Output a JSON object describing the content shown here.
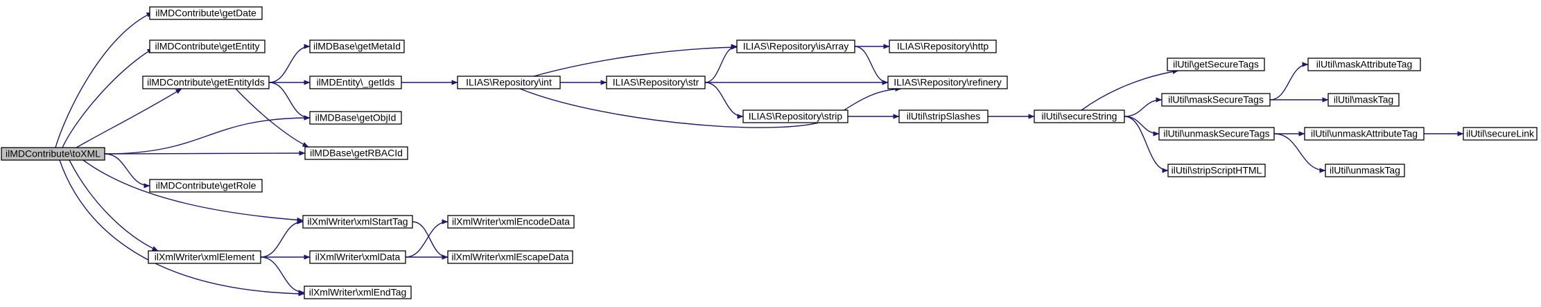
{
  "graph": {
    "colors": {
      "edge": "#191970",
      "node_fill": "#ffffff",
      "root_fill": "#bfbfbf",
      "border": "#000000"
    },
    "nodes": [
      {
        "id": "toXML",
        "label": "ilMDContribute\\toXML",
        "root": true
      },
      {
        "id": "getDate",
        "label": "ilMDContribute\\getDate"
      },
      {
        "id": "getEntity",
        "label": "ilMDContribute\\getEntity"
      },
      {
        "id": "getEntityIds",
        "label": "ilMDContribute\\getEntityIds"
      },
      {
        "id": "getRole",
        "label": "ilMDContribute\\getRole"
      },
      {
        "id": "xmlElement",
        "label": "ilXmlWriter\\xmlElement"
      },
      {
        "id": "getMetaId",
        "label": "ilMDBase\\getMetaId"
      },
      {
        "id": "_getIds",
        "label": "ilMDEntity\\_getIds"
      },
      {
        "id": "getObjId",
        "label": "ilMDBase\\getObjId"
      },
      {
        "id": "getRBACId",
        "label": "ilMDBase\\getRBACId"
      },
      {
        "id": "xmlStartTag",
        "label": "ilXmlWriter\\xmlStartTag"
      },
      {
        "id": "xmlData",
        "label": "ilXmlWriter\\xmlData"
      },
      {
        "id": "xmlEndTag",
        "label": "ilXmlWriter\\xmlEndTag"
      },
      {
        "id": "xmlEncodeData",
        "label": "ilXmlWriter\\xmlEncodeData"
      },
      {
        "id": "xmlEscapeData",
        "label": "ilXmlWriter\\xmlEscapeData"
      },
      {
        "id": "int",
        "label": "ILIAS\\Repository\\int"
      },
      {
        "id": "isArray",
        "label": "ILIAS\\Repository\\isArray"
      },
      {
        "id": "str",
        "label": "ILIAS\\Repository\\str"
      },
      {
        "id": "strip",
        "label": "ILIAS\\Repository\\strip"
      },
      {
        "id": "http",
        "label": "ILIAS\\Repository\\http"
      },
      {
        "id": "refinery",
        "label": "ILIAS\\Repository\\refinery"
      },
      {
        "id": "stripSlashes",
        "label": "ilUtil\\stripSlashes"
      },
      {
        "id": "secureString",
        "label": "ilUtil\\secureString"
      },
      {
        "id": "getSecureTags",
        "label": "ilUtil\\getSecureTags"
      },
      {
        "id": "maskSecureTags",
        "label": "ilUtil\\maskSecureTags"
      },
      {
        "id": "unmaskSecureTags",
        "label": "ilUtil\\unmaskSecureTags"
      },
      {
        "id": "stripScriptHTML",
        "label": "ilUtil\\stripScriptHTML"
      },
      {
        "id": "maskAttributeTag",
        "label": "ilUtil\\maskAttributeTag"
      },
      {
        "id": "maskTag",
        "label": "ilUtil\\maskTag"
      },
      {
        "id": "unmaskAttributeTag",
        "label": "ilUtil\\unmaskAttributeTag"
      },
      {
        "id": "unmaskTag",
        "label": "ilUtil\\unmaskTag"
      },
      {
        "id": "secureLink",
        "label": "ilUtil\\secureLink"
      }
    ],
    "edges": [
      [
        "toXML",
        "getDate"
      ],
      [
        "toXML",
        "getEntity"
      ],
      [
        "toXML",
        "getEntityIds"
      ],
      [
        "toXML",
        "getObjId"
      ],
      [
        "toXML",
        "getRBACId"
      ],
      [
        "toXML",
        "getRole"
      ],
      [
        "toXML",
        "xmlStartTag"
      ],
      [
        "toXML",
        "xmlElement"
      ],
      [
        "toXML",
        "xmlEndTag"
      ],
      [
        "getEntityIds",
        "getMetaId"
      ],
      [
        "getEntityIds",
        "_getIds"
      ],
      [
        "getEntityIds",
        "getObjId"
      ],
      [
        "getEntityIds",
        "getRBACId"
      ],
      [
        "_getIds",
        "int"
      ],
      [
        "int",
        "isArray"
      ],
      [
        "int",
        "str"
      ],
      [
        "int",
        "refinery"
      ],
      [
        "str",
        "isArray"
      ],
      [
        "str",
        "refinery"
      ],
      [
        "str",
        "strip"
      ],
      [
        "isArray",
        "http"
      ],
      [
        "isArray",
        "refinery"
      ],
      [
        "strip",
        "stripSlashes"
      ],
      [
        "stripSlashes",
        "secureString"
      ],
      [
        "secureString",
        "getSecureTags"
      ],
      [
        "secureString",
        "maskSecureTags"
      ],
      [
        "secureString",
        "unmaskSecureTags"
      ],
      [
        "secureString",
        "stripScriptHTML"
      ],
      [
        "maskSecureTags",
        "maskAttributeTag"
      ],
      [
        "maskSecureTags",
        "maskTag"
      ],
      [
        "unmaskSecureTags",
        "unmaskAttributeTag"
      ],
      [
        "unmaskSecureTags",
        "unmaskTag"
      ],
      [
        "unmaskAttributeTag",
        "secureLink"
      ],
      [
        "xmlElement",
        "xmlStartTag"
      ],
      [
        "xmlElement",
        "xmlData"
      ],
      [
        "xmlElement",
        "xmlEndTag"
      ],
      [
        "xmlStartTag",
        "xmlEscapeData"
      ],
      [
        "xmlData",
        "xmlEncodeData"
      ],
      [
        "xmlData",
        "xmlEscapeData"
      ]
    ]
  }
}
